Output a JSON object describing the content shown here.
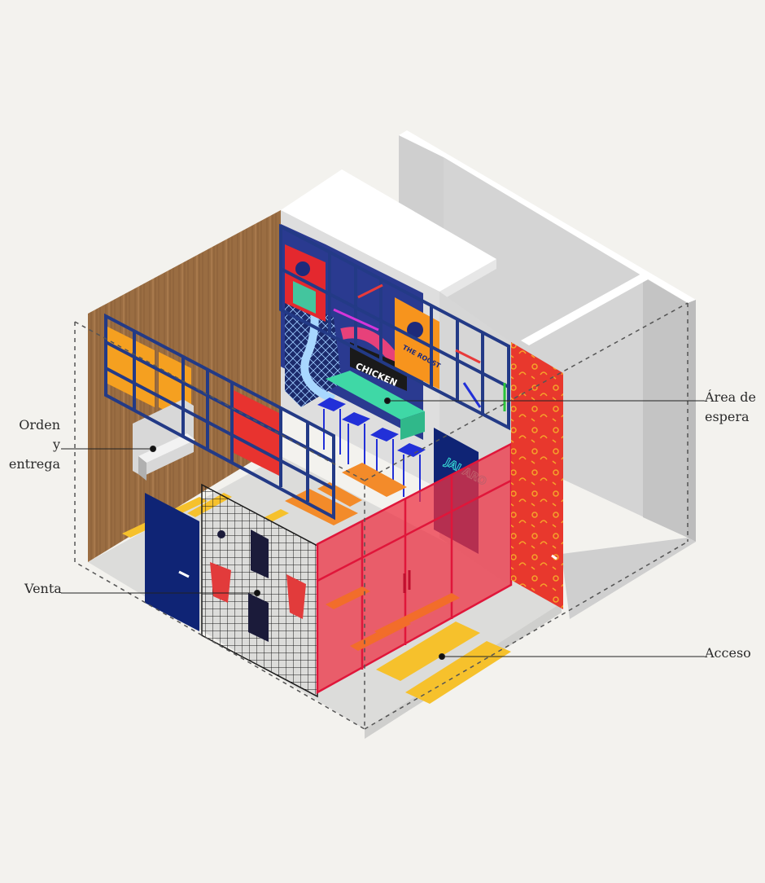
{
  "labels": {
    "orden": {
      "line1": "Orden",
      "line2": "y entrega"
    },
    "venta": "Venta",
    "area": {
      "line1": "Área de",
      "line2": "espera"
    },
    "acceso": "Acceso"
  },
  "signs": {
    "chicken_banner": "CHICKEN",
    "logo_poster": "THE ROOST",
    "neon": "JAI ARO"
  },
  "colors": {
    "background": "#f3f2ee",
    "wood": "#9a6d42",
    "navy_grid": "#233a86",
    "orange": "#f59a1c",
    "glass_red": "#ee3344",
    "mint_counter": "#3fd8a6",
    "stool_blue": "#2230d8",
    "door_navy": "#0f2475",
    "concrete": "#d9d9d7",
    "yellow_stripe": "#f6c12c"
  }
}
